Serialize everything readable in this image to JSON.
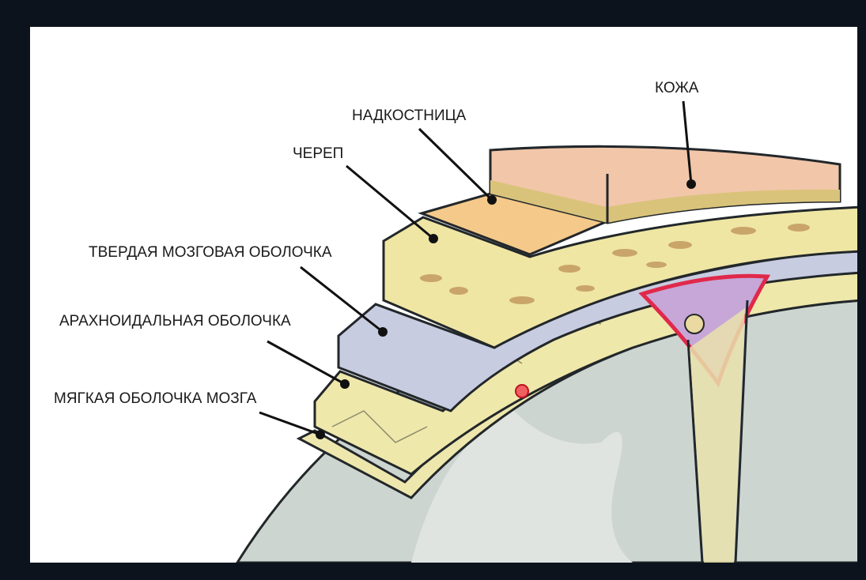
{
  "labels": {
    "skin": "КОЖА",
    "periosteum": "НАДКОСТНИЦА",
    "skull": "ЧЕРЕП",
    "dura": "ТВЕРДАЯ МОЗГОВАЯ ОБОЛОЧКА",
    "arachnoid": "АРАХНОИДАЛЬНАЯ ОБОЛОЧКА",
    "pia": "МЯГКАЯ ОБОЛОЧКА МОЗГА"
  },
  "colors": {
    "skin": "#f2c6a9",
    "skin_dermis": "#d9c37a",
    "periosteum": "#f5c98a",
    "skull": "#ede4a2",
    "dura": "#c5c9dc",
    "arachnoid": "#eee7a9",
    "pia": "#e9e3ad",
    "brain": "#cfd6d2",
    "sinus": "#c7a6d8",
    "sinus_border": "#e0294a"
  }
}
